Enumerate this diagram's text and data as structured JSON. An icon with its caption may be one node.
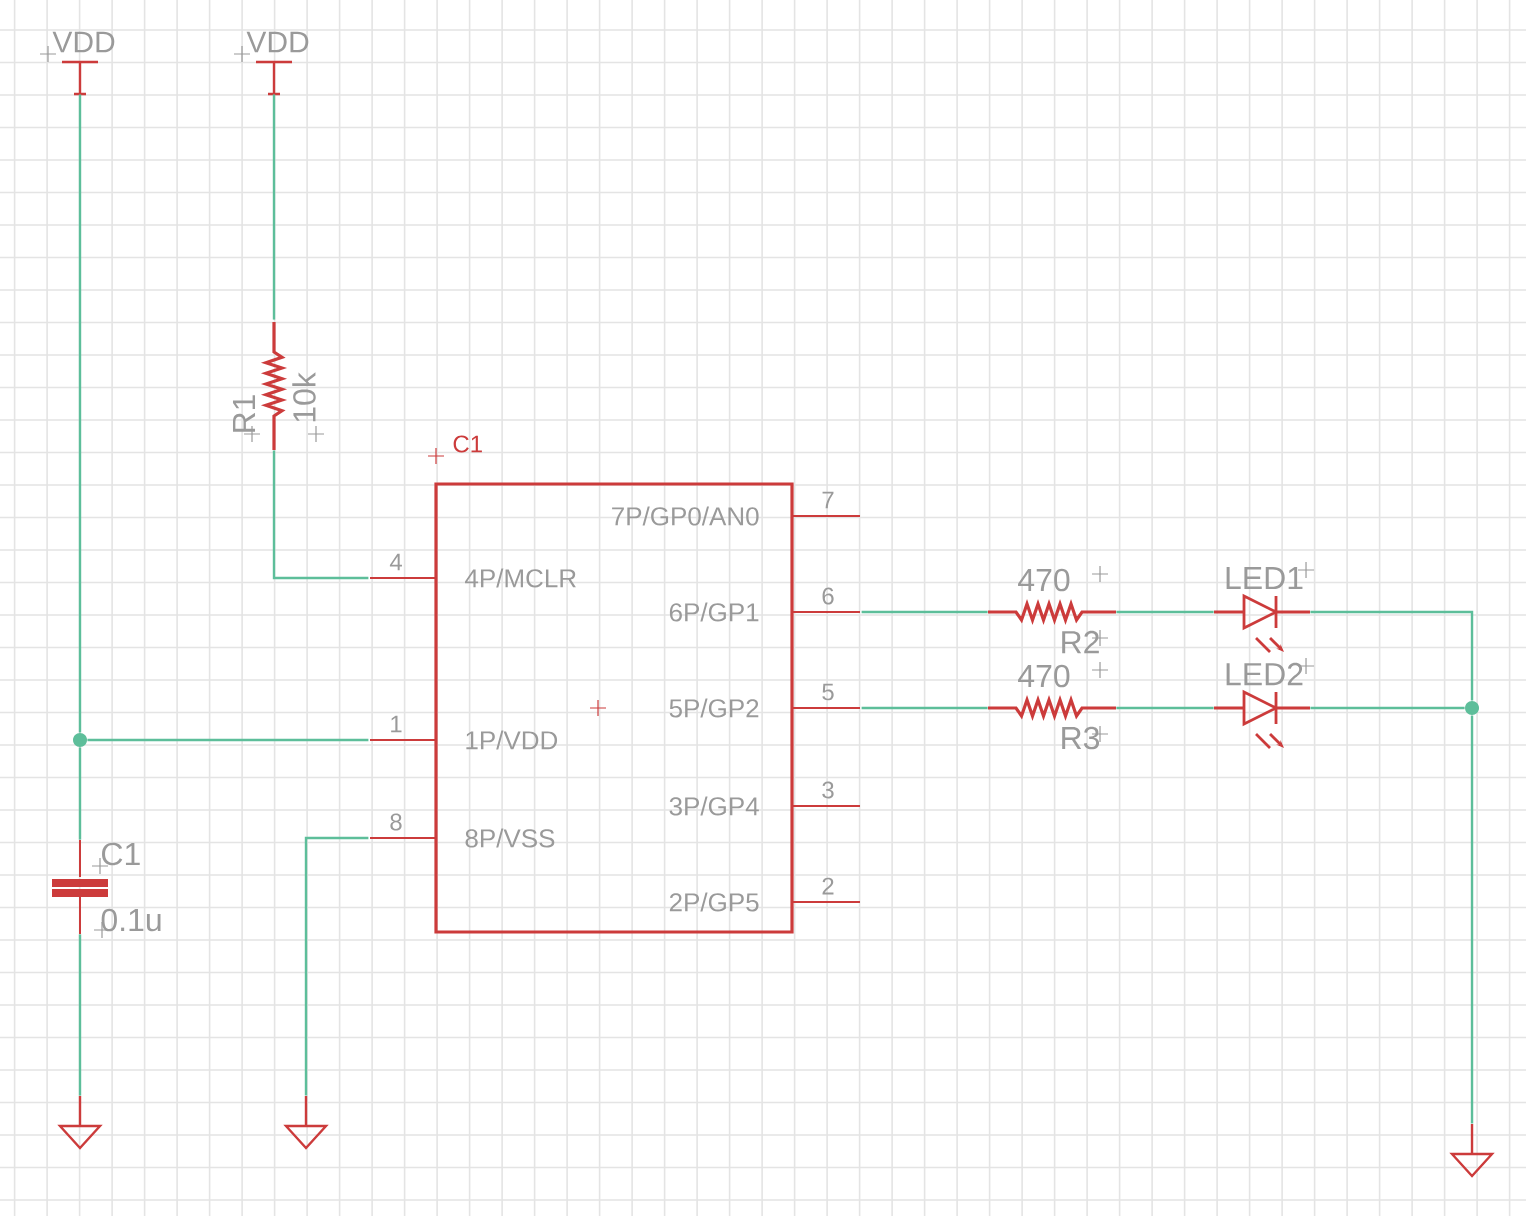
{
  "diagram": {
    "nodes": [
      {
        "text": [
          "VDD"
        ]
      },
      {
        "text": [
          "VDD"
        ]
      },
      {
        "text": [
          "R1",
          "10k"
        ]
      },
      {
        "text": [
          "C1",
          "7P/GP0/AN0",
          "4P/MCLR",
          "6P/GP1",
          "5P/GP2",
          "1P/VDD",
          "3P/GP4",
          "8P/VSS",
          "2P/GP5"
        ],
        "beside": [
          "7",
          "4",
          "6",
          "5",
          "1",
          "8",
          "3",
          "2"
        ]
      },
      {
        "text": [
          "C1",
          "0.1u"
        ]
      },
      {
        "text": [
          "470",
          "R2"
        ]
      },
      {
        "text": [
          "470",
          "R3"
        ]
      },
      {
        "text": [
          "LED1"
        ]
      },
      {
        "text": [
          "LED2"
        ]
      },
      {
        "text": [],
        "shape": "circle"
      },
      {
        "text": [],
        "shape": "circle"
      },
      {
        "text": [],
        "shape": "triangle"
      },
      {
        "text": [],
        "shape": "triangle"
      },
      {
        "text": [],
        "shape": "triangle"
      }
    ],
    "edges": [
      {
        "from": 0,
        "to": 10,
        "arrow": "none"
      },
      {
        "from": 10,
        "to": 4,
        "arrow": "none"
      },
      {
        "from": 10,
        "to": 3,
        "arrow": "none"
      },
      {
        "from": 4,
        "to": 11,
        "arrow": "none"
      },
      {
        "from": 1,
        "to": 2,
        "arrow": "none"
      },
      {
        "from": 2,
        "to": 3,
        "arrow": "none"
      },
      {
        "from": 3,
        "to": 12,
        "arrow": "none"
      },
      {
        "from": 3,
        "to": 5,
        "arrow": "none"
      },
      {
        "from": 3,
        "to": 6,
        "arrow": "none"
      },
      {
        "from": 5,
        "to": 7,
        "arrow": "none"
      },
      {
        "from": 6,
        "to": 8,
        "arrow": "none"
      },
      {
        "from": 7,
        "to": 9,
        "arrow": "none"
      },
      {
        "from": 8,
        "to": 9,
        "arrow": "none"
      },
      {
        "from": 9,
        "to": 13,
        "arrow": "none"
      }
    ]
  }
}
